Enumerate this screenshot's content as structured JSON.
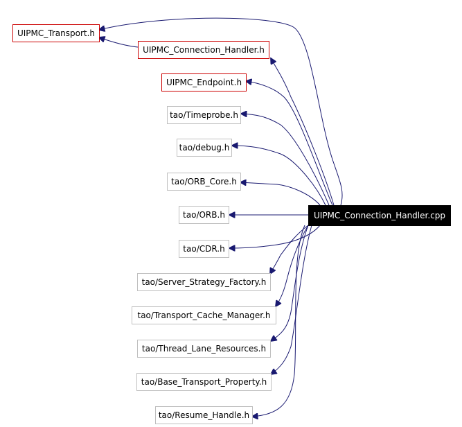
{
  "graph": {
    "root": {
      "id": "root",
      "label": "UIPMC_Connection_Handler.cpp",
      "style": "source"
    },
    "includes": [
      {
        "id": "n01",
        "label": "UIPMC_Transport.h",
        "style": "linked"
      },
      {
        "id": "n02",
        "label": "UIPMC_Connection_Handler.h",
        "style": "linked"
      },
      {
        "id": "n03",
        "label": "UIPMC_Endpoint.h",
        "style": "linked"
      },
      {
        "id": "n04",
        "label": "tao/Timeprobe.h",
        "style": "external"
      },
      {
        "id": "n05",
        "label": "tao/debug.h",
        "style": "external"
      },
      {
        "id": "n06",
        "label": "tao/ORB_Core.h",
        "style": "external"
      },
      {
        "id": "n07",
        "label": "tao/ORB.h",
        "style": "external"
      },
      {
        "id": "n08",
        "label": "tao/CDR.h",
        "style": "external"
      },
      {
        "id": "n09",
        "label": "tao/Server_Strategy_Factory.h",
        "style": "external"
      },
      {
        "id": "n10",
        "label": "tao/Transport_Cache_Manager.h",
        "style": "external"
      },
      {
        "id": "n11",
        "label": "tao/Thread_Lane_Resources.h",
        "style": "external"
      },
      {
        "id": "n12",
        "label": "tao/Base_Transport_Property.h",
        "style": "external"
      },
      {
        "id": "n13",
        "label": "tao/Resume_Handle.h",
        "style": "external"
      }
    ],
    "edges": [
      {
        "from": "root",
        "to": "n01"
      },
      {
        "from": "n02",
        "to": "n01"
      },
      {
        "from": "root",
        "to": "n02"
      },
      {
        "from": "root",
        "to": "n03"
      },
      {
        "from": "root",
        "to": "n04"
      },
      {
        "from": "root",
        "to": "n05"
      },
      {
        "from": "root",
        "to": "n06"
      },
      {
        "from": "root",
        "to": "n07"
      },
      {
        "from": "root",
        "to": "n08"
      },
      {
        "from": "root",
        "to": "n09"
      },
      {
        "from": "root",
        "to": "n10"
      },
      {
        "from": "root",
        "to": "n11"
      },
      {
        "from": "root",
        "to": "n12"
      },
      {
        "from": "root",
        "to": "n13"
      }
    ],
    "colors": {
      "source_fill": "#000000",
      "source_text": "#ffffff",
      "linked_border": "#cc0000",
      "external_border": "#bfbfbf",
      "node_text": "#000000",
      "edge": "#191970"
    }
  }
}
